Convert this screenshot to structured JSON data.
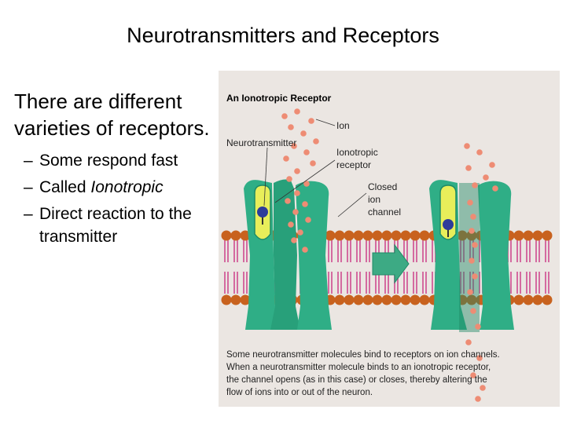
{
  "slide": {
    "title": "Neurotransmitters and Receptors",
    "lead": "There are different varieties of receptors.",
    "bullets": [
      {
        "dash": "–",
        "text": "Some respond fast",
        "italic": ""
      },
      {
        "dash": "–",
        "text": "Called ",
        "italic": "Ionotropic"
      },
      {
        "dash": "–",
        "text": "Direct reaction to the transmitter",
        "italic": ""
      }
    ]
  },
  "figure": {
    "heading": "An Ionotropic Receptor",
    "labels": {
      "ion": "Ion",
      "neurotransmitter": "Neurotransmitter",
      "receptor_line1": "Ionotropic",
      "receptor_line2": "receptor",
      "channel_line1": "Closed",
      "channel_line2": "ion",
      "channel_line3": "channel"
    },
    "caption": [
      "Some neurotransmitter molecules bind to receptors on ion channels.",
      "When a neurotransmitter molecule binds to an ionotropic receptor,",
      "the channel opens (as in this case) or closes, thereby altering the",
      "flow of ions into or out of the neuron."
    ],
    "colors": {
      "channel": "#2fae86",
      "channel_dark": "#1f8a66",
      "lipid_head": "#c8621e",
      "lipid_tail": "#d46aa0",
      "ion": "#ee8c74",
      "transmitter": "#2e3c9a",
      "receptor_site": "#e8ee5a",
      "arrow": "#3daa84",
      "background": "#ebe6e2"
    }
  }
}
